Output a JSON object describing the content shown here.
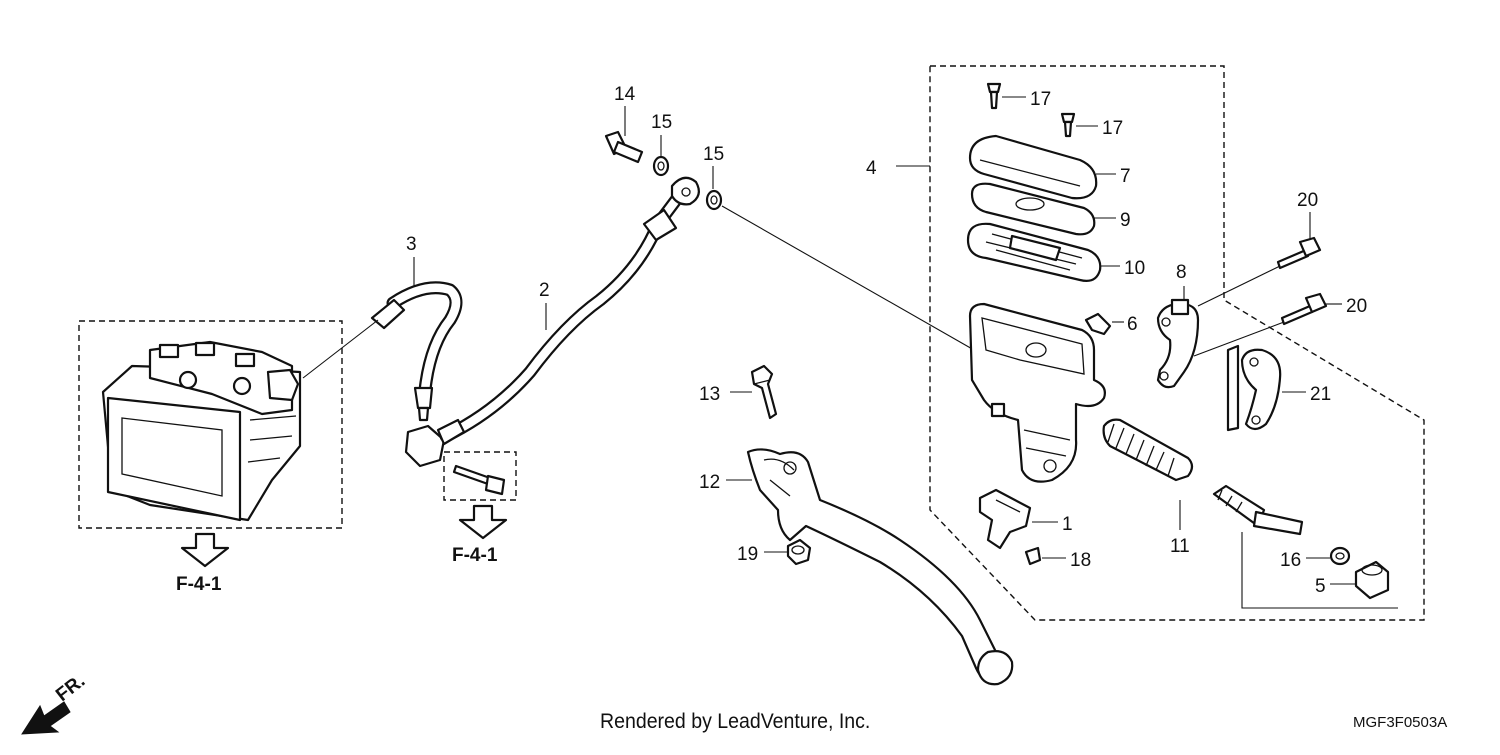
{
  "callouts": {
    "n1": "1",
    "n2": "2",
    "n3": "3",
    "n4": "4",
    "n5": "5",
    "n6": "6",
    "n7": "7",
    "n8": "8",
    "n9": "9",
    "n10": "10",
    "n11": "11",
    "n12": "12",
    "n13": "13",
    "n14": "14",
    "n15a": "15",
    "n15b": "15",
    "n16": "16",
    "n17a": "17",
    "n17b": "17",
    "n18": "18",
    "n19": "19",
    "n20a": "20",
    "n20b": "20",
    "n21": "21"
  },
  "references": {
    "left": "F-4-1",
    "center": "F-4-1"
  },
  "direction": {
    "label": "FR."
  },
  "footer": {
    "credit": "Rendered by LeadVenture, Inc.",
    "diagram_code": "MGF3F0503A"
  },
  "icons": {
    "reference_arrow": "hollow-down-arrow-icon",
    "front_arrow": "front-direction-arrow-icon"
  }
}
